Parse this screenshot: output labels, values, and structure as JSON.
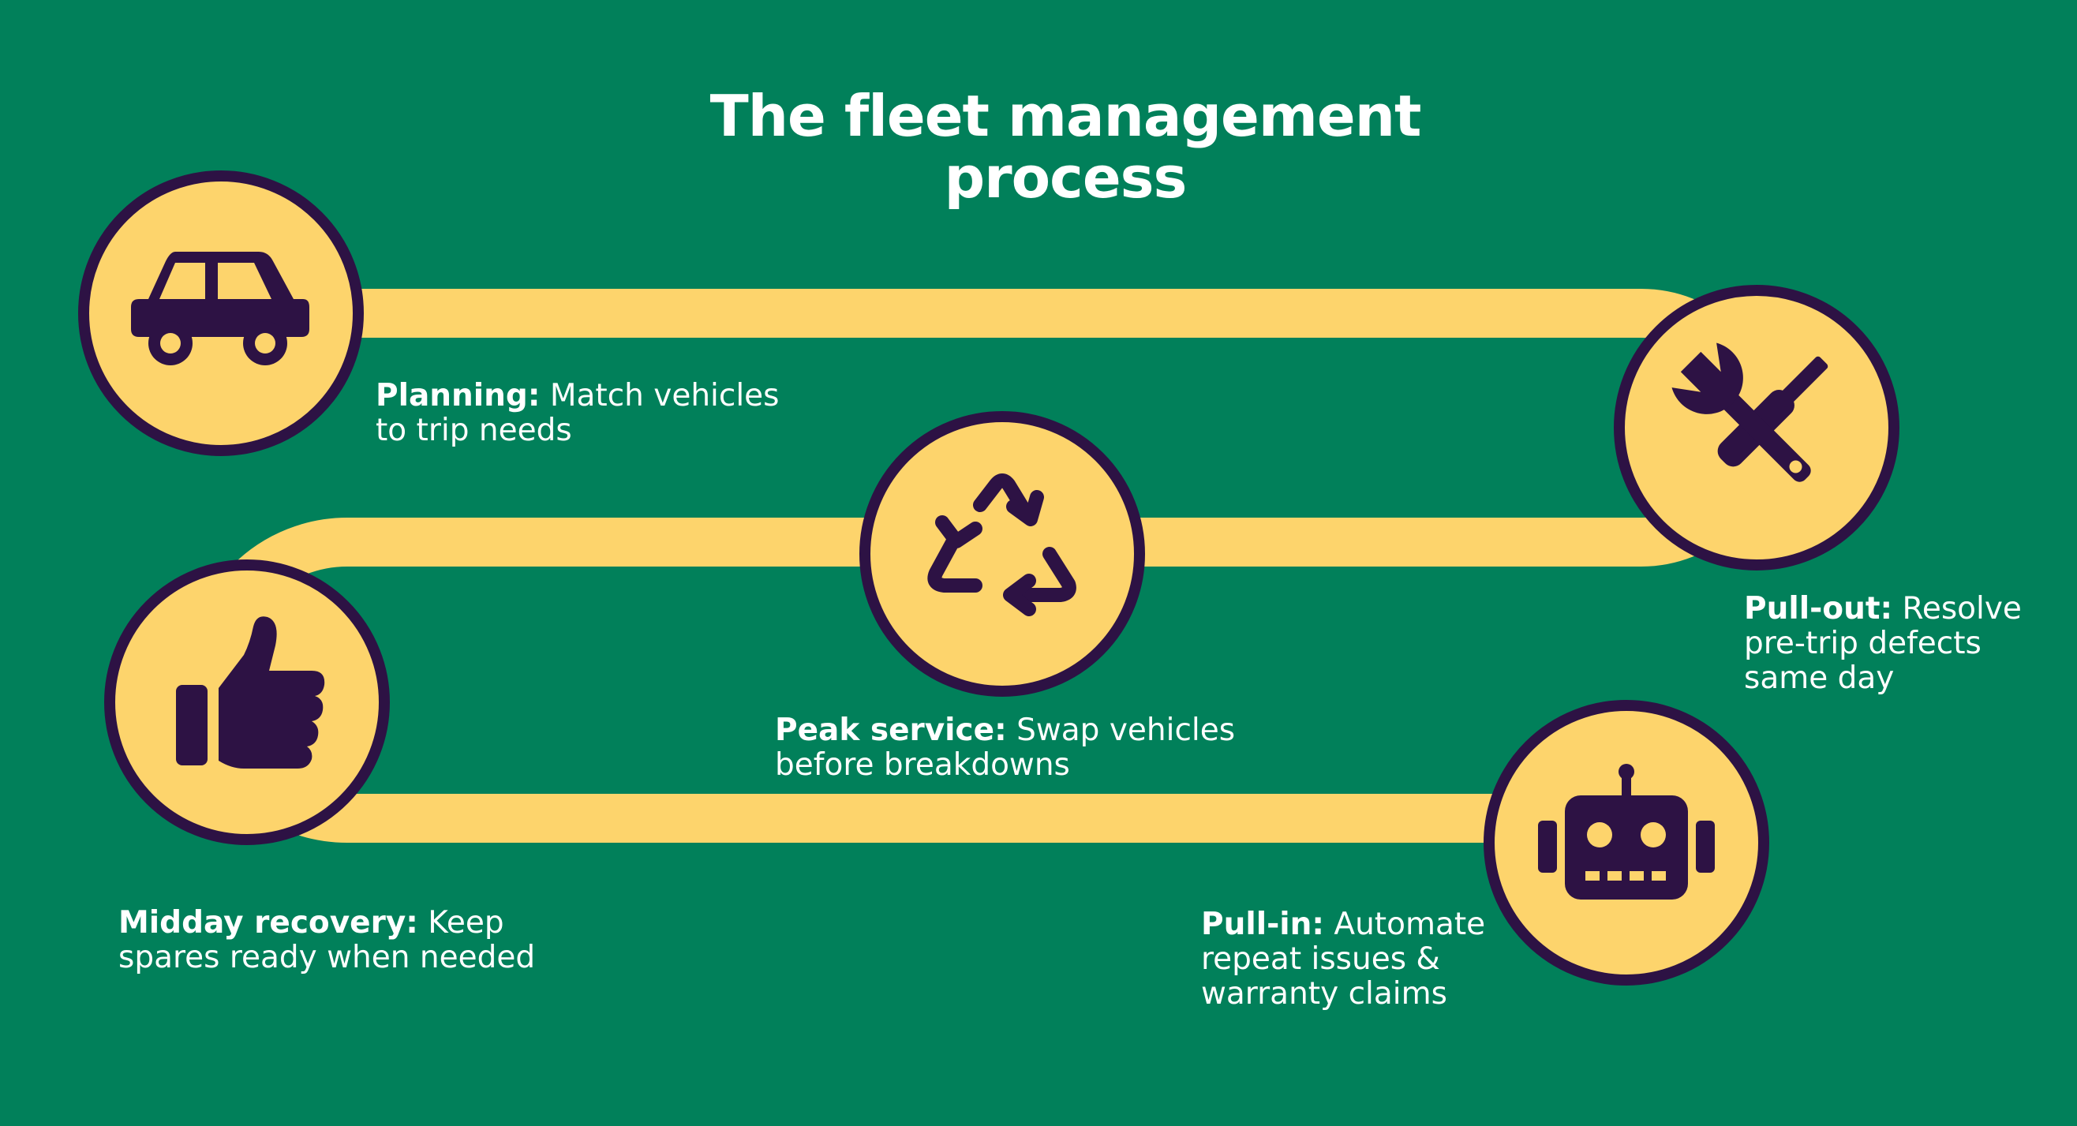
{
  "title": {
    "line1": "The fleet management",
    "line2": "process"
  },
  "colors": {
    "background": "#01805A",
    "path": "#FDD46C",
    "circle_fill": "#FDD46C",
    "circle_stroke": "#2D1244",
    "icon": "#2D1244",
    "text": "#FFFFFF"
  },
  "steps": [
    {
      "id": "planning",
      "label": "Planning:",
      "description": "Match vehicles to trip needs",
      "icon": "car-icon"
    },
    {
      "id": "pullout",
      "label": "Pull-out:",
      "description": "Resolve pre-trip defects same day",
      "icon": "tools-icon"
    },
    {
      "id": "peak",
      "label": "Peak service:",
      "description": "Swap vehicles before breakdowns",
      "icon": "recycle-icon"
    },
    {
      "id": "midday",
      "label": "Midday recovery:",
      "description": "Keep spares ready when needed",
      "icon": "thumbs-up-icon"
    },
    {
      "id": "pullin",
      "label": "Pull-in:",
      "description": "Automate repeat issues & warranty claims",
      "icon": "robot-icon"
    }
  ]
}
